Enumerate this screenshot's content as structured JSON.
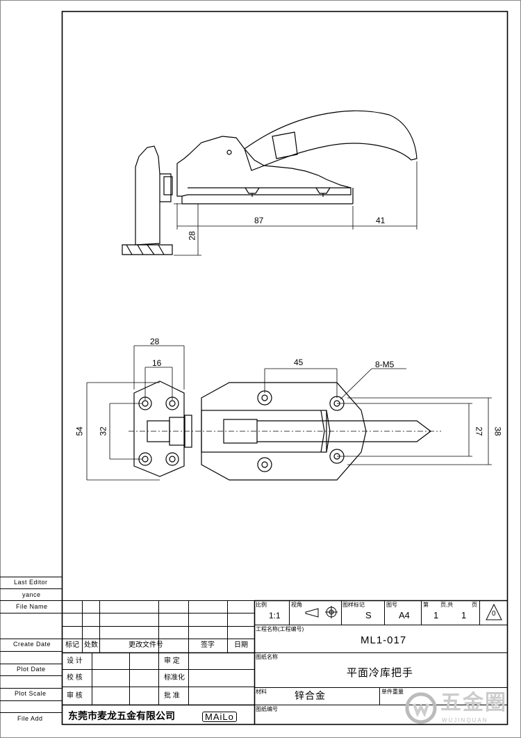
{
  "sidebar": {
    "last_editor_label": "Last Editor",
    "last_editor_value": "yance",
    "file_name_label": "File Name",
    "create_date_label": "Create Date",
    "plot_date_label": "Plot Date",
    "plot_scale_label": "Plot Scale",
    "file_add_label": "File Add"
  },
  "dimensions": {
    "d87": "87",
    "d41": "41",
    "d28_side": "28",
    "d28_top": "28",
    "d16": "16",
    "d45": "45",
    "d8m5": "8-M5",
    "d54": "54",
    "d32": "32",
    "d27": "27",
    "d38": "38"
  },
  "title_block": {
    "rev_headers": {
      "mark": "标记",
      "count": "处数",
      "doc": "更改文件号",
      "sign": "签字",
      "date": "日期"
    },
    "roles": {
      "design": "设 计",
      "check": "校 核",
      "review": "审 核",
      "approve_check": "审 定",
      "standard": "标准化",
      "approve": "批 准"
    },
    "scale_label": "比例",
    "scale_value": "1:1",
    "view_label": "视角",
    "mark_label": "图样标记",
    "mark_value": "S",
    "size_label": "图号",
    "size_value": "A4",
    "sheet_label_1": "第",
    "sheet_label_2": "页,共",
    "sheet_label_3": "页",
    "sheet_value": "1",
    "sheet_total": "1",
    "rev_value": "0",
    "project_label": "工程名称(工程编号)",
    "project_value": "ML1-017",
    "drawing_name_label": "图纸名称",
    "drawing_name_value": "平面冷库把手",
    "material_label": "材料",
    "material_value": "锌合金",
    "weight_label": "单件重量",
    "drawing_no_label": "图纸编号",
    "company_name": "东莞市麦龙五金有限公司",
    "logo_text": "MAiLo"
  },
  "watermark": {
    "text": "五金圈",
    "sub": "WUJINQUAN"
  }
}
